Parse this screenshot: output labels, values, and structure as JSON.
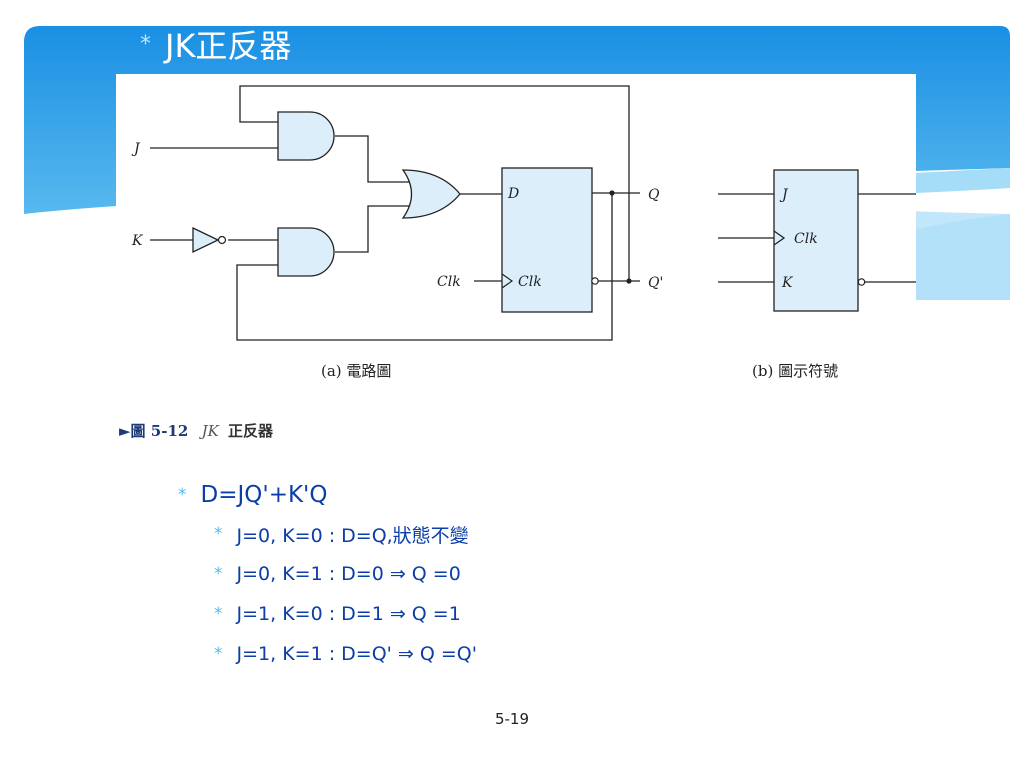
{
  "slide": {
    "title": "JK正反器",
    "bullet_marker": "*",
    "main_bullet": "D=JQ'+K'Q",
    "sub_bullets": [
      "J=0, K=0 : D=Q,狀態不變",
      "J=0, K=1 : D=0 ⇒ Q =0",
      "J=1, K=0 : D=1 ⇒ Q =1",
      "J=1, K=1 : D=Q' ⇒ Q =Q'"
    ],
    "page_number": "5-19"
  },
  "figure": {
    "labels": {
      "J": "J",
      "K": "K",
      "D": "D",
      "Clk_input": "Clk",
      "Clk_pin": "Clk",
      "Q": "Q",
      "Qbar": "Q'",
      "sym_J": "J",
      "sym_Clk": "Clk",
      "sym_K": "K"
    },
    "subcaption_a": "(a) 電路圖",
    "subcaption_b": "(b) 圖示符號",
    "caption_marker": "►圖",
    "caption_number": "5-12",
    "caption_jk": "JK",
    "caption_title": "正反器"
  },
  "colors": {
    "banner_dark": "#1788dd",
    "banner_light": "#5ab8ee",
    "gate_fill": "#dceefa",
    "text_blue": "#0b3ea8"
  }
}
